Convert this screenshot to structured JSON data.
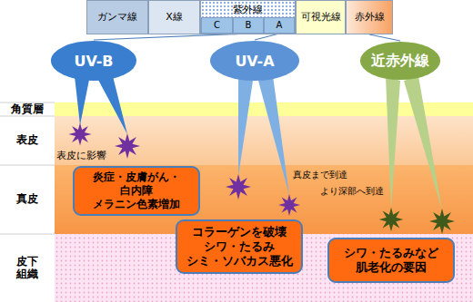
{
  "diagram": {
    "nodes": [
      {
        "text": [
          "ガンマ線"
        ]
      },
      {
        "text": [
          "X線"
        ]
      },
      {
        "text": [
          "紫外線"
        ]
      },
      {
        "text": [
          "C"
        ],
        "in": 2
      },
      {
        "text": [
          "B"
        ],
        "in": 2
      },
      {
        "text": [
          "A"
        ],
        "in": 2
      },
      {
        "text": [
          "可視光線"
        ]
      },
      {
        "text": [
          "赤外線"
        ]
      },
      {
        "text": [
          "UV-B"
        ]
      },
      {
        "text": [
          "UV-A"
        ]
      },
      {
        "text": [
          "近赤外線"
        ]
      },
      {
        "text": [
          "角質層"
        ]
      },
      {
        "text": [
          "表皮"
        ]
      },
      {
        "text": [
          "真皮"
        ]
      },
      {
        "text": [
          "皮下組織"
        ]
      },
      {
        "text": [
          "炎症・皮膚がん・ 白内障 メラニン色素増加"
        ]
      },
      {
        "text": [
          "コラーゲンを破壊 シワ・たるみ シミ・ソバカス悪化"
        ]
      },
      {
        "text": [
          "シワ・たるみなど 肌老化の要因"
        ]
      }
    ],
    "edges": [
      {
        "from": 4,
        "to": 8,
        "arrow": "none"
      },
      {
        "from": 5,
        "to": 9,
        "arrow": "none"
      },
      {
        "from": 7,
        "to": 10,
        "arrow": "none"
      }
    ],
    "labels": [
      "表皮に影響",
      "真皮まで到達",
      "より深部へ到達"
    ]
  }
}
